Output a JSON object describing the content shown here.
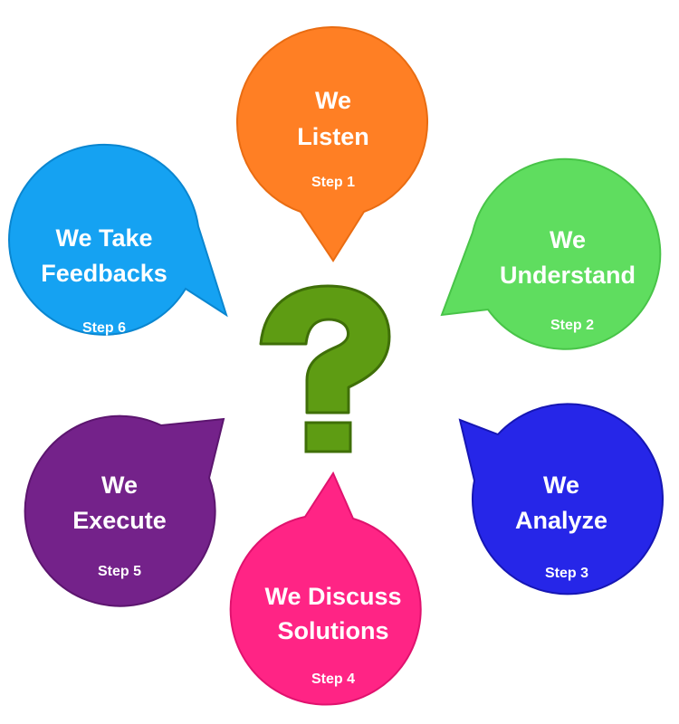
{
  "colors": {
    "orange": "#FF7F24",
    "green": "#5FDD5F",
    "blue": "#2626E8",
    "pink": "#FF2485",
    "purple": "#74228A",
    "sky": "#15A2F2",
    "question_mark": "#5E9C13",
    "question_mark_outline": "#3F6F08"
  },
  "steps": [
    {
      "id": "listen",
      "title_lines": [
        "We",
        "Listen"
      ],
      "step_label": "Step 1"
    },
    {
      "id": "understand",
      "title_lines": [
        "We",
        "Understand"
      ],
      "step_label": "Step 2"
    },
    {
      "id": "analyze",
      "title_lines": [
        "We",
        "Analyze"
      ],
      "step_label": "Step 3"
    },
    {
      "id": "discuss",
      "title_lines": [
        "We Discuss",
        "Solutions"
      ],
      "step_label": "Step 4"
    },
    {
      "id": "execute",
      "title_lines": [
        "We",
        "Execute"
      ],
      "step_label": "Step 5"
    },
    {
      "id": "feedback",
      "title_lines": [
        "We Take",
        "Feedbacks"
      ],
      "step_label": "Step 6"
    }
  ]
}
